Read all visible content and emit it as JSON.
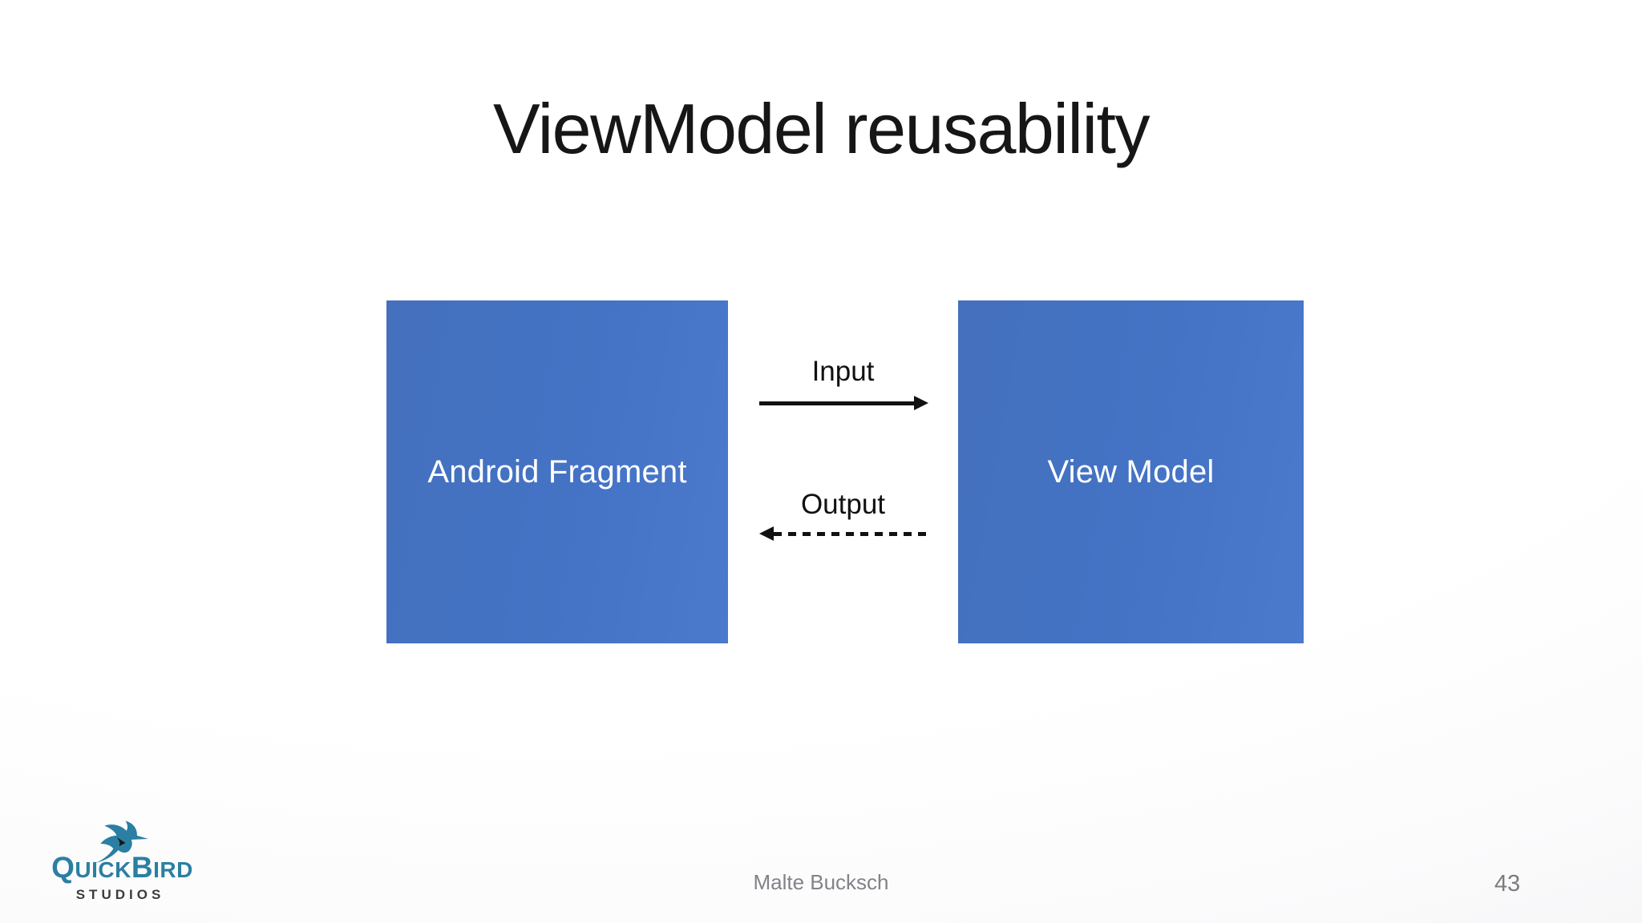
{
  "slide": {
    "title": "ViewModel reusability",
    "diagram": {
      "left_box": {
        "label": "Android Fragment",
        "fill": "#4472C4"
      },
      "right_box": {
        "label": "View Model",
        "fill": "#4472C4"
      },
      "input_arrow": {
        "label": "Input",
        "style": "solid",
        "direction": "right"
      },
      "output_arrow": {
        "label": "Output",
        "style": "dashed",
        "direction": "left"
      }
    },
    "footer": {
      "author": "Malte Bucksch",
      "page_number": "43"
    },
    "logo": {
      "brand": "QuickBird Studios",
      "word_q": "Q",
      "word_uick": "UICK",
      "word_b": "B",
      "word_ird": "IRD",
      "subtitle": "STUDIOS",
      "teal": "#2B7FA3",
      "dark": "#3C3C3C"
    },
    "colors": {
      "box_blue": "#4472C4",
      "box_text_white": "#FFFFFF",
      "arrow_black": "#111111",
      "title_black": "#161616",
      "footer_gray": "#838289"
    }
  }
}
